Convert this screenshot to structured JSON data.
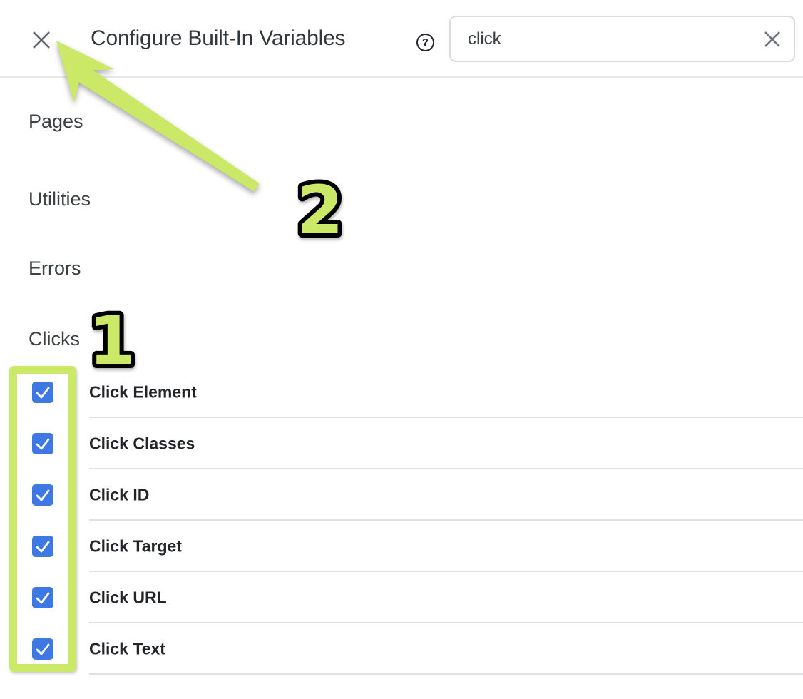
{
  "header": {
    "title": "Configure Built-In Variables",
    "help_glyph": "?",
    "search": {
      "value": "click"
    }
  },
  "sections": [
    {
      "label": "Pages"
    },
    {
      "label": "Utilities"
    },
    {
      "label": "Errors"
    },
    {
      "label": "Clicks"
    }
  ],
  "variables": [
    {
      "label": "Click Element",
      "checked": true
    },
    {
      "label": "Click Classes",
      "checked": true
    },
    {
      "label": "Click ID",
      "checked": true
    },
    {
      "label": "Click Target",
      "checked": true
    },
    {
      "label": "Click URL",
      "checked": true
    },
    {
      "label": "Click Text",
      "checked": true
    }
  ],
  "annotations": {
    "step_1_label": "1",
    "step_2_label": "2"
  },
  "colors": {
    "checkbox_blue": "#3d78e4",
    "annotation_green": "#cbe966",
    "divider_gray": "#e1e1e5",
    "icon_gray": "#5f6368"
  }
}
